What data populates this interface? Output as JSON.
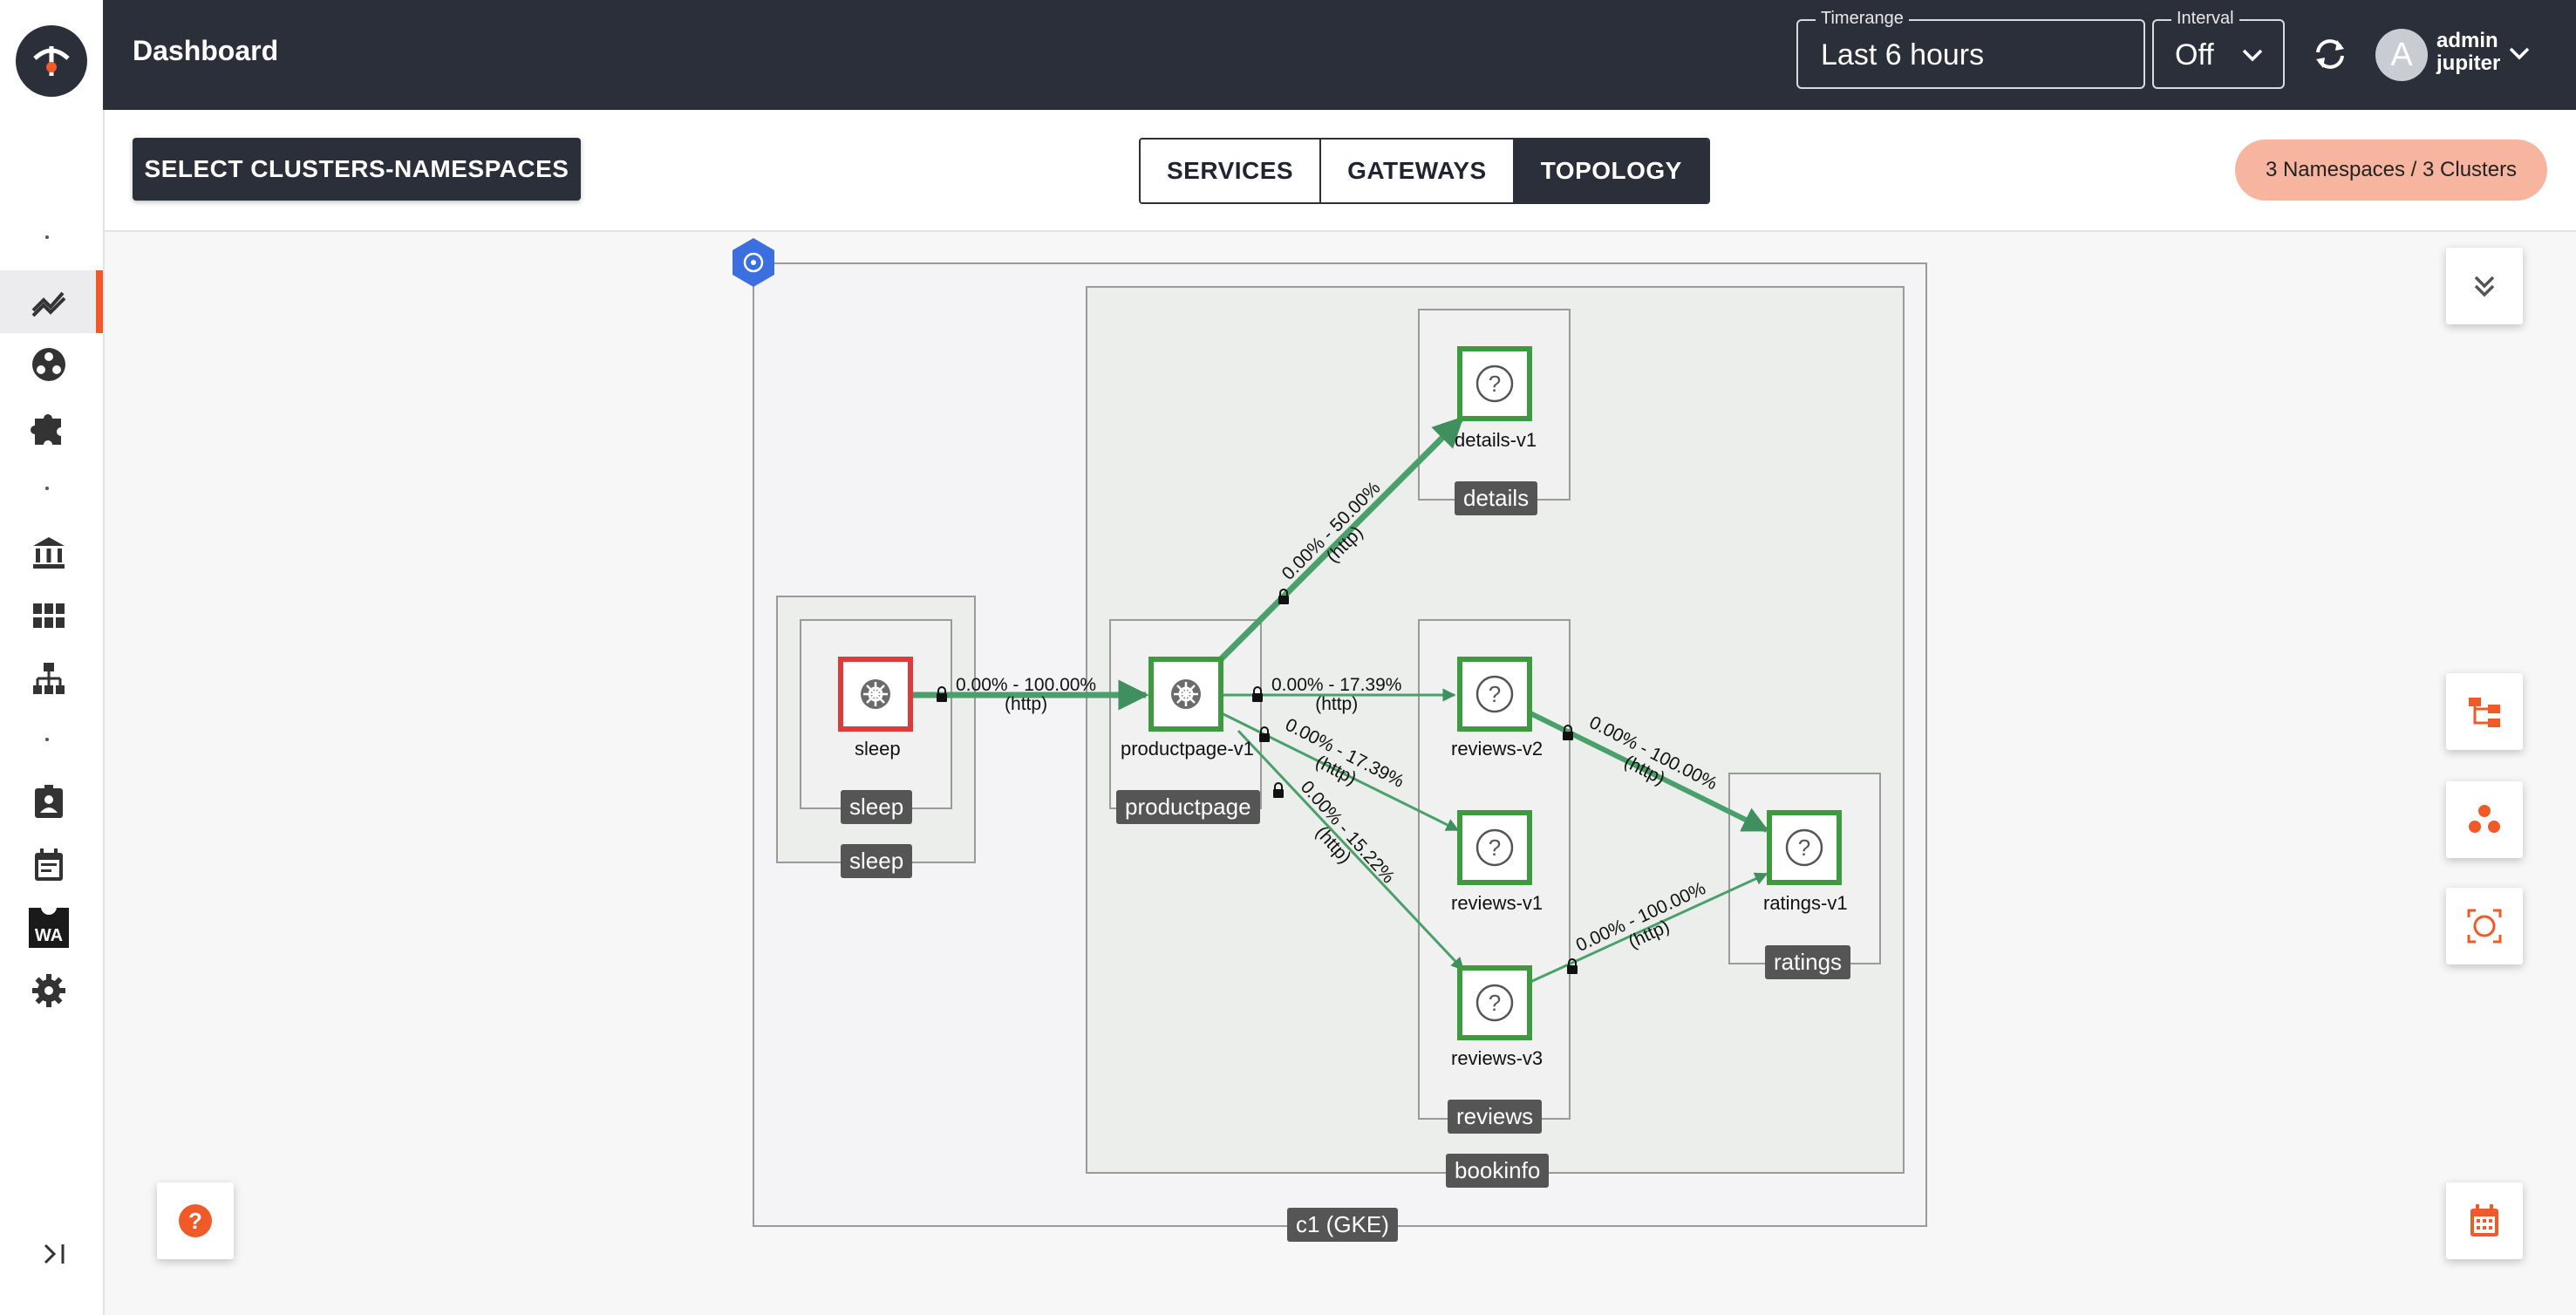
{
  "header": {
    "title": "Dashboard",
    "timerange": {
      "label": "Timerange",
      "value": "Last 6 hours"
    },
    "interval": {
      "label": "Interval",
      "value": "Off"
    },
    "user": {
      "initial": "A",
      "name": "admin",
      "cluster": "jupiter"
    }
  },
  "toolbar": {
    "select_label": "SELECT CLUSTERS-NAMESPACES",
    "tabs": [
      {
        "label": "SERVICES",
        "active": false
      },
      {
        "label": "GATEWAYS",
        "active": false
      },
      {
        "label": "TOPOLOGY",
        "active": true
      }
    ],
    "namespaces_badge": "3 Namespaces / 3 Clusters"
  },
  "sidebar": {
    "items": [
      "trend-icon",
      "mesh-icon",
      "puzzle-icon",
      "bank-icon",
      "grid-icon",
      "hierarchy-icon",
      "badge-icon",
      "calendar-icon",
      "wa-icon",
      "gear-icon"
    ],
    "wa_text": "WA",
    "accent": "#f05a28"
  },
  "graph": {
    "cluster_label": "c1 (GKE)",
    "namespaces": {
      "sleep": "sleep",
      "bookinfo": "bookinfo"
    },
    "apps": {
      "sleep": "sleep",
      "productpage": "productpage",
      "details": "details",
      "reviews": "reviews",
      "ratings": "ratings"
    },
    "nodes": {
      "sleep": "sleep",
      "productpage": "productpage-v1",
      "details": "details-v1",
      "reviews_v2": "reviews-v2",
      "reviews_v1": "reviews-v1",
      "reviews_v3": "reviews-v3",
      "ratings": "ratings-v1"
    },
    "edges": {
      "sleep_productpage": {
        "rate": "0.00% - 100.00%",
        "protocol": "(http)"
      },
      "productpage_details": {
        "rate": "0.00% - 50.00%",
        "protocol": "(http)"
      },
      "productpage_reviews_v2": {
        "rate": "0.00% - 17.39%",
        "protocol": "(http)"
      },
      "productpage_reviews_v1": {
        "rate": "0.00% - 17.39%",
        "protocol": "(http)"
      },
      "productpage_reviews_v3": {
        "rate": "0.00% - 15.22%",
        "protocol": "(http)"
      },
      "reviews_v2_ratings": {
        "rate": "0.00% - 100.00%",
        "protocol": "(http)"
      },
      "reviews_v3_ratings": {
        "rate": "0.00% - 100.00%",
        "protocol": "(http)"
      }
    },
    "colors": {
      "healthy": "#3e9a3e",
      "error": "#e03b3b",
      "edge": "#4aa06a"
    }
  }
}
